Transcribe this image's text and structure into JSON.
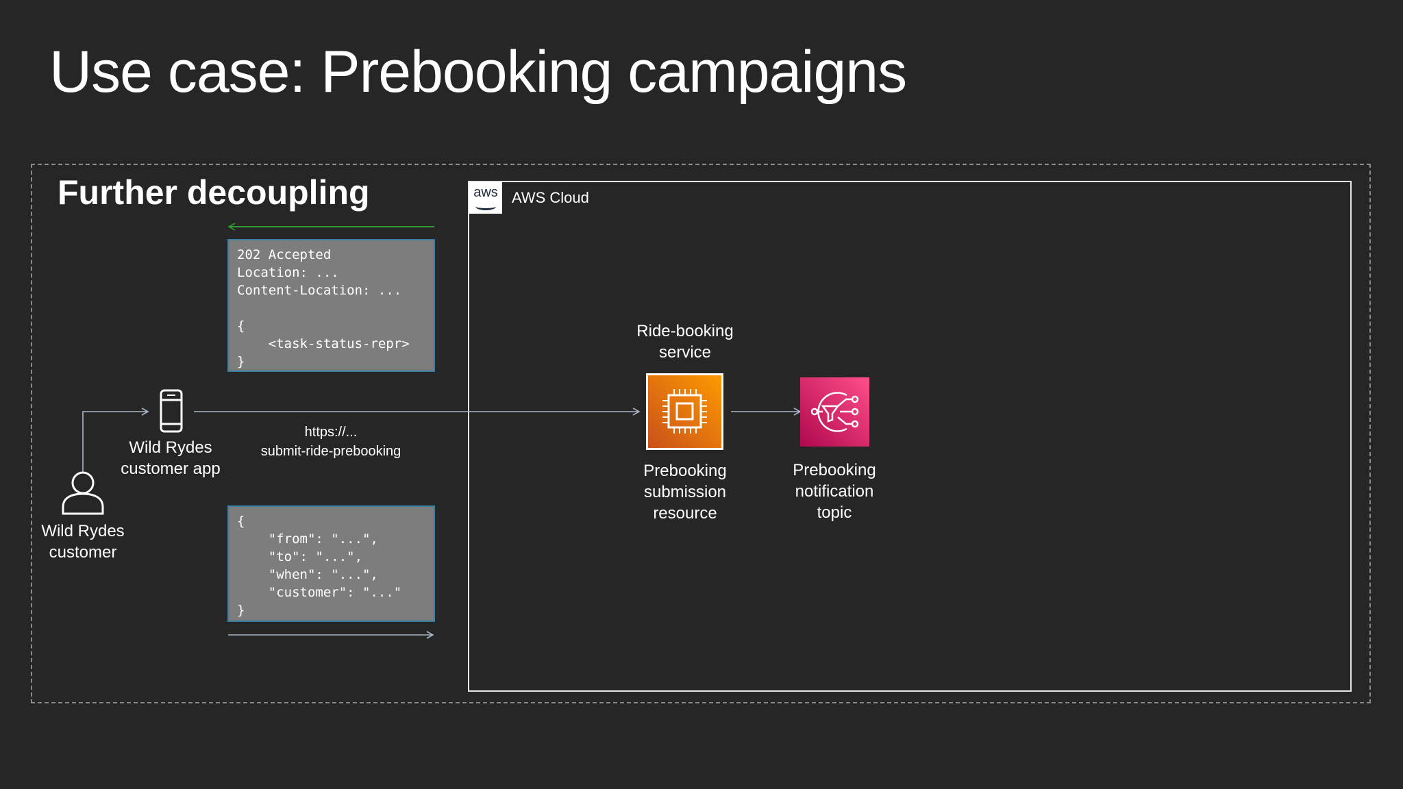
{
  "slide": {
    "title": "Use case: Prebooking campaigns",
    "section_title": "Further decoupling"
  },
  "cloud": {
    "logo_text": "aws",
    "label": "AWS Cloud"
  },
  "response_code": {
    "lines": [
      "202 Accepted",
      "Location: ...",
      "Content-Location: ...",
      "",
      "{",
      "    <task-status-repr>",
      "}"
    ]
  },
  "request_code": {
    "lines": [
      "{",
      "    \"from\": \"...\",",
      "    \"to\": \"...\",",
      "    \"when\": \"...\",",
      "    \"customer\": \"...\"",
      "}"
    ]
  },
  "nodes": {
    "customer": {
      "line1": "Wild Rydes",
      "line2": "customer",
      "icon": "user-icon"
    },
    "app": {
      "line1": "Wild Rydes",
      "line2": "customer app",
      "icon": "mobile-phone-icon"
    },
    "endpoint": {
      "line1": "https://...",
      "line2": "submit-ride-prebooking"
    },
    "service": {
      "line1": "Ride-booking",
      "line2": "service"
    },
    "resource": {
      "line1": "Prebooking",
      "line2": "submission",
      "line3": "resource",
      "icon": "ec2-instance-icon"
    },
    "topic": {
      "line1": "Prebooking",
      "line2": "notification",
      "line3": "topic",
      "icon": "sns-topic-icon"
    }
  },
  "colors": {
    "background": "#262626",
    "response_arrow": "#2e9b2e",
    "request_arrow": "#a9b7c6",
    "codebox_fill": "#7d7d7d",
    "codebox_border": "#3b7ea1",
    "ec2_orange": "#ff9900",
    "sns_pink": "#e7157b"
  }
}
